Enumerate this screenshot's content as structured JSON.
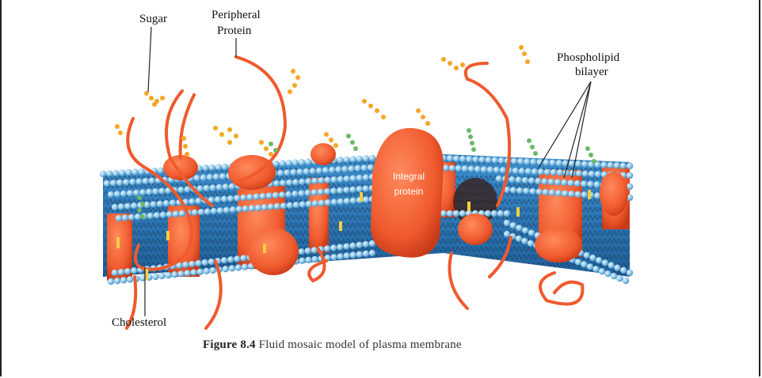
{
  "labels": {
    "sugar": "Sugar",
    "peripheral_line1": "Peripheral",
    "peripheral_line2": "Protein",
    "phospholipid_line1": "Phospholipid",
    "phospholipid_line2": "bilayer",
    "integral_line1": "Integral",
    "integral_line2": "protein",
    "cholesterol": "Cholesterol"
  },
  "caption": {
    "figure_number": "Figure 8.4",
    "text": "Fluid mosaic model of plasma membrane"
  },
  "colors": {
    "protein": "#ef5a2e",
    "protein_dark": "#c73a18",
    "lipid_head": "#8fc8ea",
    "lipid_band": "#2f7fc0",
    "sugar_orange": "#f5a623",
    "sugar_green": "#6bb86b",
    "cholesterol": "#f4d03f"
  }
}
